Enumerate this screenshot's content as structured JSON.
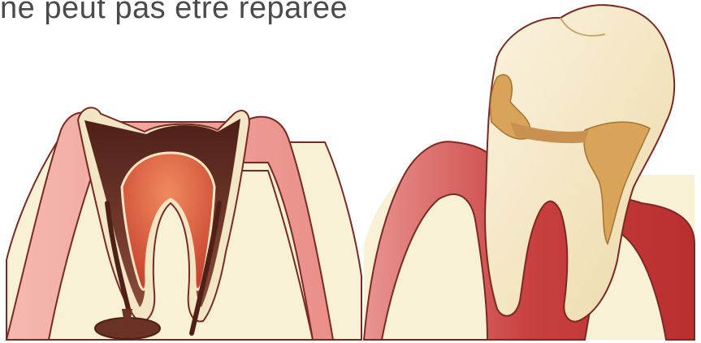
{
  "caption": {
    "text": "ne  peut  pas être  réparée"
  },
  "figures": [
    {
      "id": "decayed-tooth",
      "depicts": "tooth-with-pulp-infection-and-root-abscess"
    },
    {
      "id": "periodontal-tooth",
      "depicts": "tooth-with-tartar-and-inflamed-gum"
    }
  ],
  "colors": {
    "gum_pink": "#f2a6a0",
    "gum_dark": "#c53a3a",
    "bone": "#f8f1d6",
    "enamel": "#f3e6c4",
    "decay": "#6b3226",
    "pulp": "#e96a48",
    "tartar": "#d9a45a",
    "outline": "#7a2a22"
  }
}
